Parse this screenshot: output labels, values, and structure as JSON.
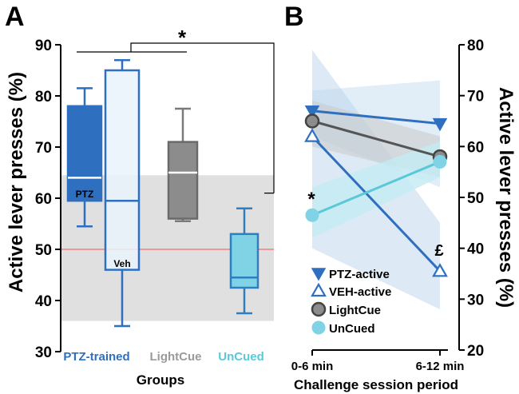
{
  "panels": {
    "a_label": "A",
    "b_label": "B"
  },
  "colors": {
    "ptz": "#2f6fbf",
    "ptz_fill": "#2f6fbf",
    "veh_fill": "#eaf3fb",
    "lightcue": "#7f7f7f",
    "lightcue_fill": "#8c8c8c",
    "uncued": "#5ac8d8",
    "uncued_fill": "#7fd3e4",
    "band": "#e0e0e0",
    "refline": "#f08080",
    "ptz_band": "#bcd6ee",
    "lightcue_band": "#c8c8c8",
    "uncued_band": "#c4ebf2"
  },
  "chart_data": [
    {
      "type": "box",
      "panel": "A",
      "ylabel": "Active lever presses (%)",
      "xlabel": "Groups",
      "ylim": [
        30,
        90
      ],
      "yticks": [
        30,
        40,
        50,
        60,
        70,
        80,
        90
      ],
      "band": [
        36,
        64.5
      ],
      "reference_line": 50,
      "groups": [
        {
          "name": "PTZ",
          "label": "PTZ",
          "min": 54.5,
          "q1": 59.5,
          "median": 64,
          "q3": 78,
          "max": 81.5,
          "style": "filled-blue"
        },
        {
          "name": "Veh",
          "label": "Veh",
          "min": 35,
          "q1": 46,
          "median": 59.5,
          "q3": 85,
          "max": 87,
          "style": "open-blue"
        },
        {
          "name": "LightCue",
          "label": "",
          "min": 55.5,
          "q1": 56,
          "median": 65,
          "q3": 71,
          "max": 77.5,
          "style": "grey"
        },
        {
          "name": "UnCued",
          "label": "",
          "min": 37.5,
          "q1": 42.5,
          "median": 44.5,
          "q3": 53,
          "max": 58,
          "style": "cyan"
        }
      ],
      "group_labels": [
        "PTZ-trained",
        "LightCue",
        "UnCued"
      ],
      "significance": "*"
    },
    {
      "type": "line",
      "panel": "B",
      "ylabel": "Active lever presses (%)",
      "xlabel": "Challenge session period",
      "categories": [
        "0-6 min",
        "6-12 min"
      ],
      "ylim": [
        20,
        80
      ],
      "yticks": [
        20,
        30,
        40,
        50,
        60,
        70,
        80
      ],
      "series": [
        {
          "name": "PTZ-active",
          "values": [
            67,
            64.5
          ],
          "band_low": [
            62,
            52
          ],
          "band_high": [
            71,
            73
          ],
          "marker": "triangle-down-filled"
        },
        {
          "name": "VEH-active",
          "values": [
            62,
            35.5
          ],
          "band_low": [
            40,
            28
          ],
          "band_high": [
            79,
            45
          ],
          "marker": "triangle-up-open"
        },
        {
          "name": "LightCue",
          "values": [
            65,
            58
          ],
          "band_low": [
            60,
            54
          ],
          "band_high": [
            69,
            62
          ],
          "marker": "circle-grey"
        },
        {
          "name": "UnCued",
          "values": [
            46.5,
            57
          ],
          "band_low": [
            42,
            54
          ],
          "band_high": [
            52,
            61
          ],
          "marker": "circle-cyan"
        }
      ],
      "annotations": [
        {
          "text": "*",
          "x": "0-6 min",
          "y": 52
        },
        {
          "text": "£",
          "x": "6-12 min",
          "y": 40.5
        }
      ]
    }
  ]
}
